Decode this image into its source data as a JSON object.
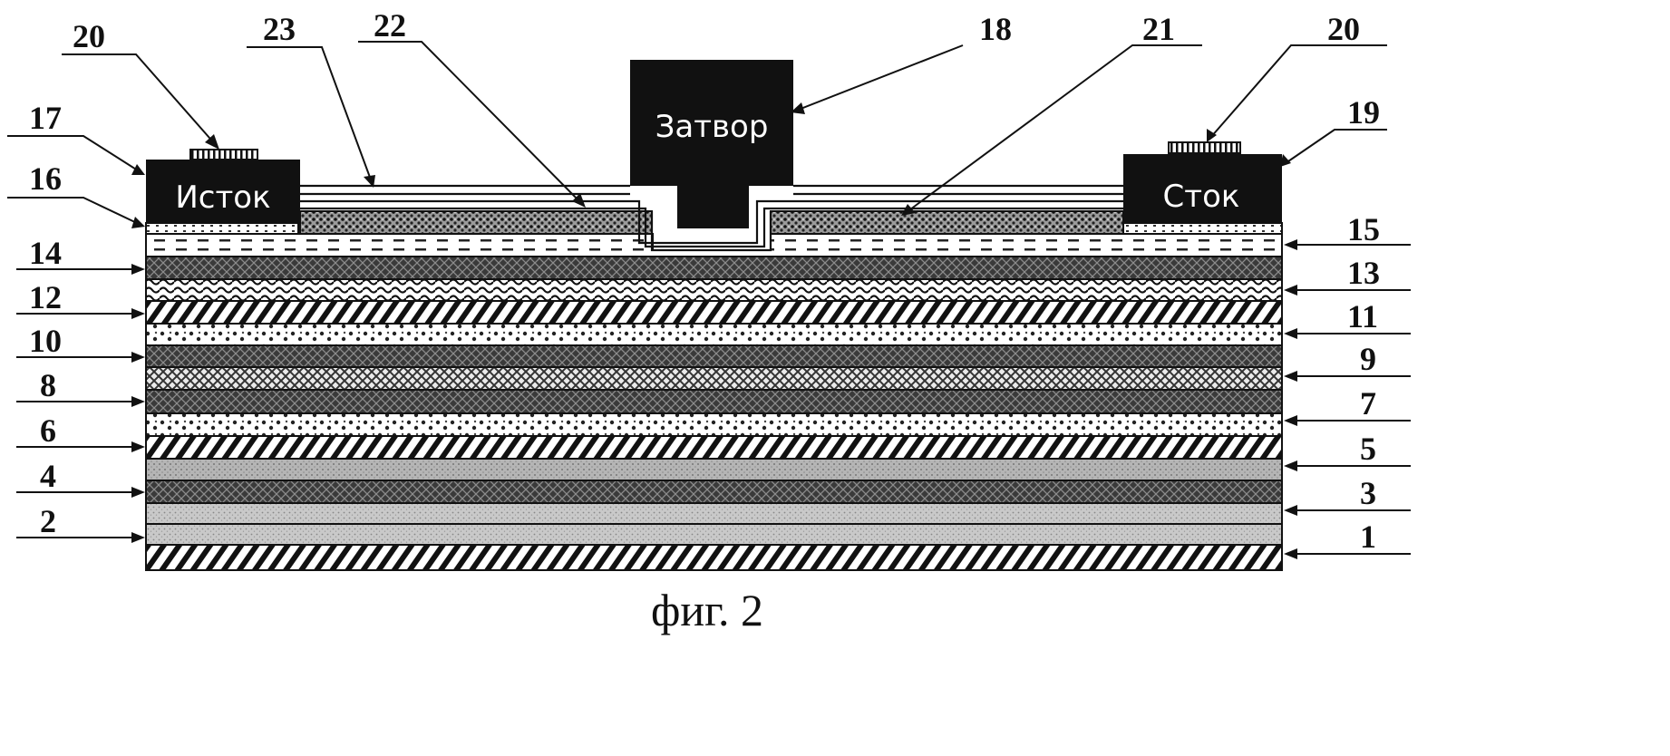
{
  "caption": "фиг. 2",
  "electrodes": {
    "source": "Исток",
    "gate": "Затвор",
    "drain": "Сток"
  },
  "callouts": {
    "left": [
      "20",
      "23",
      "22",
      "17",
      "16",
      "14",
      "12",
      "10",
      "8",
      "6",
      "4",
      "2"
    ],
    "right": [
      "18",
      "21",
      "20",
      "19",
      "15",
      "13",
      "11",
      "9",
      "7",
      "5",
      "3",
      "1"
    ]
  },
  "layer_fills": {
    "1": "diagonal-hatch",
    "2": "light-gray-stipple",
    "3": "light-gray-stipple",
    "4": "dark-crosshatch",
    "5": "gray-stipple",
    "6": "diagonal-hatch",
    "7": "light-dots",
    "8": "dark-crosshatch",
    "9": "medium-crosshatch",
    "10": "dark-crosshatch",
    "11": "light-dots",
    "12": "diagonal-hatch",
    "13": "wavy",
    "14": "dark-crosshatch",
    "15": "dashes",
    "16": "dots",
    "21": "dark-speckle",
    "22": "thin-line",
    "23": "thin-line"
  },
  "colors": {
    "ink": "#111111",
    "paper": "#ffffff",
    "electrode": "#111111"
  }
}
